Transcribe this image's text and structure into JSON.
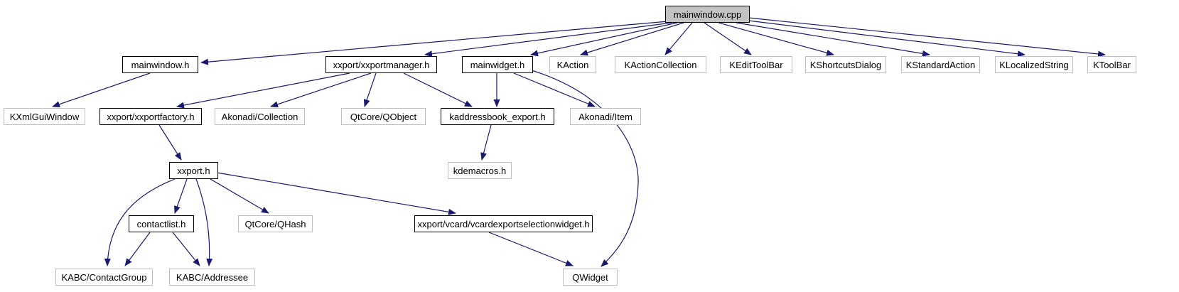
{
  "diagram": {
    "kind": "include-dependency-graph",
    "edge_color": "#191970",
    "root_fill": "#c3c3c3",
    "internal_border": "#000000",
    "external_border": "#bfbfbf",
    "nodes": [
      {
        "id": "mainwindow-cpp",
        "label": "mainwindow.cpp",
        "kind": "root"
      },
      {
        "id": "mainwindow-h",
        "label": "mainwindow.h",
        "kind": "internal"
      },
      {
        "id": "xxportmanager-h",
        "label": "xxport/xxportmanager.h",
        "kind": "internal"
      },
      {
        "id": "mainwidget-h",
        "label": "mainwidget.h",
        "kind": "internal"
      },
      {
        "id": "kaction",
        "label": "KAction",
        "kind": "external"
      },
      {
        "id": "kactioncollection",
        "label": "KActionCollection",
        "kind": "external"
      },
      {
        "id": "kedittoolbar",
        "label": "KEditToolBar",
        "kind": "external"
      },
      {
        "id": "kshortcutsdialog",
        "label": "KShortcutsDialog",
        "kind": "external"
      },
      {
        "id": "kstandardaction",
        "label": "KStandardAction",
        "kind": "external"
      },
      {
        "id": "klocalizedstring",
        "label": "KLocalizedString",
        "kind": "external"
      },
      {
        "id": "ktoolbar",
        "label": "KToolBar",
        "kind": "external"
      },
      {
        "id": "kxmlguiwindow",
        "label": "KXmlGuiWindow",
        "kind": "external"
      },
      {
        "id": "xxportfactory-h",
        "label": "xxport/xxportfactory.h",
        "kind": "internal"
      },
      {
        "id": "akonadi-collection",
        "label": "Akonadi/Collection",
        "kind": "external"
      },
      {
        "id": "qtcore-qobject",
        "label": "QtCore/QObject",
        "kind": "external"
      },
      {
        "id": "kaddressbook-export-h",
        "label": "kaddressbook_export.h",
        "kind": "internal"
      },
      {
        "id": "akonadi-item",
        "label": "Akonadi/Item",
        "kind": "external"
      },
      {
        "id": "xxport-h",
        "label": "xxport.h",
        "kind": "internal"
      },
      {
        "id": "kdemacros-h",
        "label": "kdemacros.h",
        "kind": "external"
      },
      {
        "id": "contactlist-h",
        "label": "contactlist.h",
        "kind": "internal"
      },
      {
        "id": "qtcore-qhash",
        "label": "QtCore/QHash",
        "kind": "external"
      },
      {
        "id": "vcardexportselectionwidget-h",
        "label": "xxport/vcard/vcardexportselectionwidget.h",
        "kind": "internal"
      },
      {
        "id": "kabc-contactgroup",
        "label": "KABC/ContactGroup",
        "kind": "external"
      },
      {
        "id": "kabc-addressee",
        "label": "KABC/Addressee",
        "kind": "external"
      },
      {
        "id": "qwidget",
        "label": "QWidget",
        "kind": "external"
      }
    ],
    "edges": [
      {
        "from": "mainwindow.cpp",
        "to": "mainwindow.h"
      },
      {
        "from": "mainwindow.cpp",
        "to": "xxport/xxportmanager.h"
      },
      {
        "from": "mainwindow.cpp",
        "to": "mainwidget.h"
      },
      {
        "from": "mainwindow.cpp",
        "to": "KAction"
      },
      {
        "from": "mainwindow.cpp",
        "to": "KActionCollection"
      },
      {
        "from": "mainwindow.cpp",
        "to": "KEditToolBar"
      },
      {
        "from": "mainwindow.cpp",
        "to": "KShortcutsDialog"
      },
      {
        "from": "mainwindow.cpp",
        "to": "KStandardAction"
      },
      {
        "from": "mainwindow.cpp",
        "to": "KLocalizedString"
      },
      {
        "from": "mainwindow.cpp",
        "to": "KToolBar"
      },
      {
        "from": "mainwindow.h",
        "to": "KXmlGuiWindow"
      },
      {
        "from": "xxport/xxportmanager.h",
        "to": "xxport/xxportfactory.h"
      },
      {
        "from": "xxport/xxportmanager.h",
        "to": "Akonadi/Collection"
      },
      {
        "from": "xxport/xxportmanager.h",
        "to": "QtCore/QObject"
      },
      {
        "from": "xxport/xxportmanager.h",
        "to": "kaddressbook_export.h"
      },
      {
        "from": "mainwidget.h",
        "to": "kaddressbook_export.h"
      },
      {
        "from": "mainwidget.h",
        "to": "Akonadi/Item"
      },
      {
        "from": "mainwidget.h",
        "to": "QWidget"
      },
      {
        "from": "kaddressbook_export.h",
        "to": "kdemacros.h"
      },
      {
        "from": "xxport/xxportfactory.h",
        "to": "xxport.h"
      },
      {
        "from": "xxport.h",
        "to": "contactlist.h"
      },
      {
        "from": "xxport.h",
        "to": "KABC/ContactGroup"
      },
      {
        "from": "xxport.h",
        "to": "KABC/Addressee"
      },
      {
        "from": "xxport.h",
        "to": "QtCore/QHash"
      },
      {
        "from": "xxport.h",
        "to": "xxport/vcard/vcardexportselectionwidget.h"
      },
      {
        "from": "contactlist.h",
        "to": "KABC/ContactGroup"
      },
      {
        "from": "contactlist.h",
        "to": "KABC/Addressee"
      },
      {
        "from": "xxport/vcard/vcardexportselectionwidget.h",
        "to": "QWidget"
      }
    ]
  }
}
